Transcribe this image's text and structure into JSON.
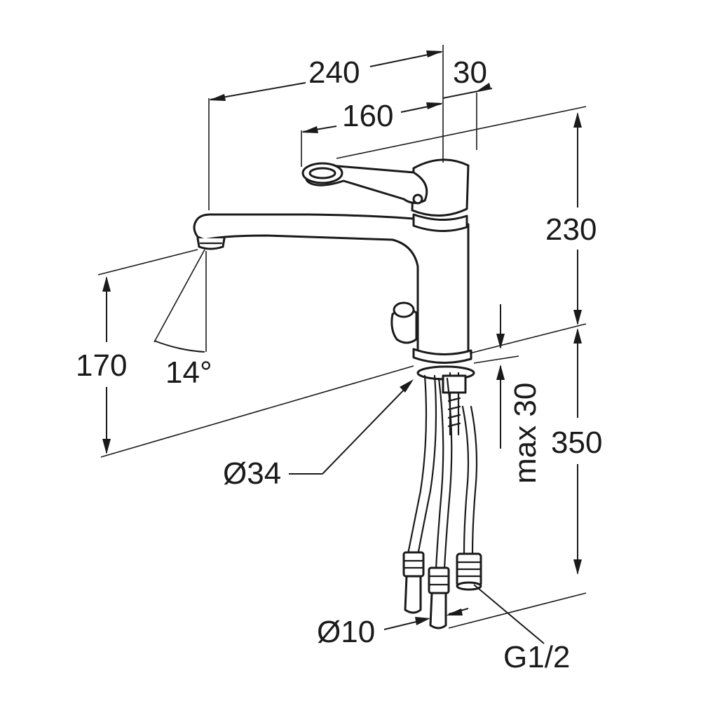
{
  "diagram": {
    "dimensions": {
      "total_reach": "240",
      "handle_reach": "160",
      "body_offset": "30",
      "height_above_deck": "230",
      "spout_height": "170",
      "spray_angle": "14°",
      "hole_diameter": "Ø34",
      "deck_thickness": "max 30",
      "hose_length": "350",
      "hose_diameter": "Ø10",
      "connection_thread": "G1/2"
    }
  }
}
